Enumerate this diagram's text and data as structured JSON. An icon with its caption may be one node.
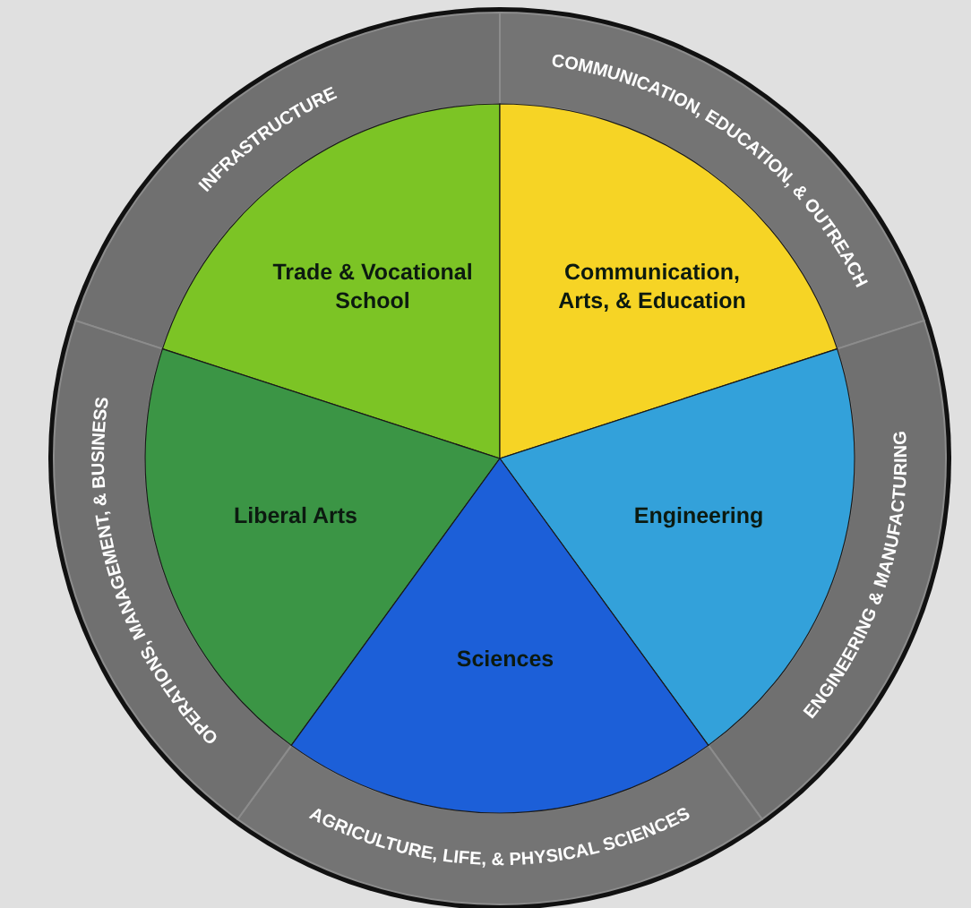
{
  "diagram": {
    "nodes": [
      {
        "text": [
          "INFRASTRUCTURE"
        ]
      },
      {
        "text": [
          "COMMUNICATION, EDUCATION, & OUTREACH"
        ]
      },
      {
        "text": [
          "ENGINEERING & MANUFACTURING"
        ]
      },
      {
        "text": [
          "AGRICULTURE, LIFE, & PHYSICAL SCIENCES"
        ]
      },
      {
        "text": [
          "OPERATIONS, MANAGEMENT, & BUSINESS"
        ]
      },
      {
        "text": [
          "Trade & Vocational School"
        ]
      },
      {
        "text": [
          "Communication, Arts, & Education"
        ]
      },
      {
        "text": [
          "Liberal Arts"
        ]
      },
      {
        "text": [
          "Engineering"
        ]
      },
      {
        "text": [
          "Sciences"
        ]
      }
    ]
  }
}
